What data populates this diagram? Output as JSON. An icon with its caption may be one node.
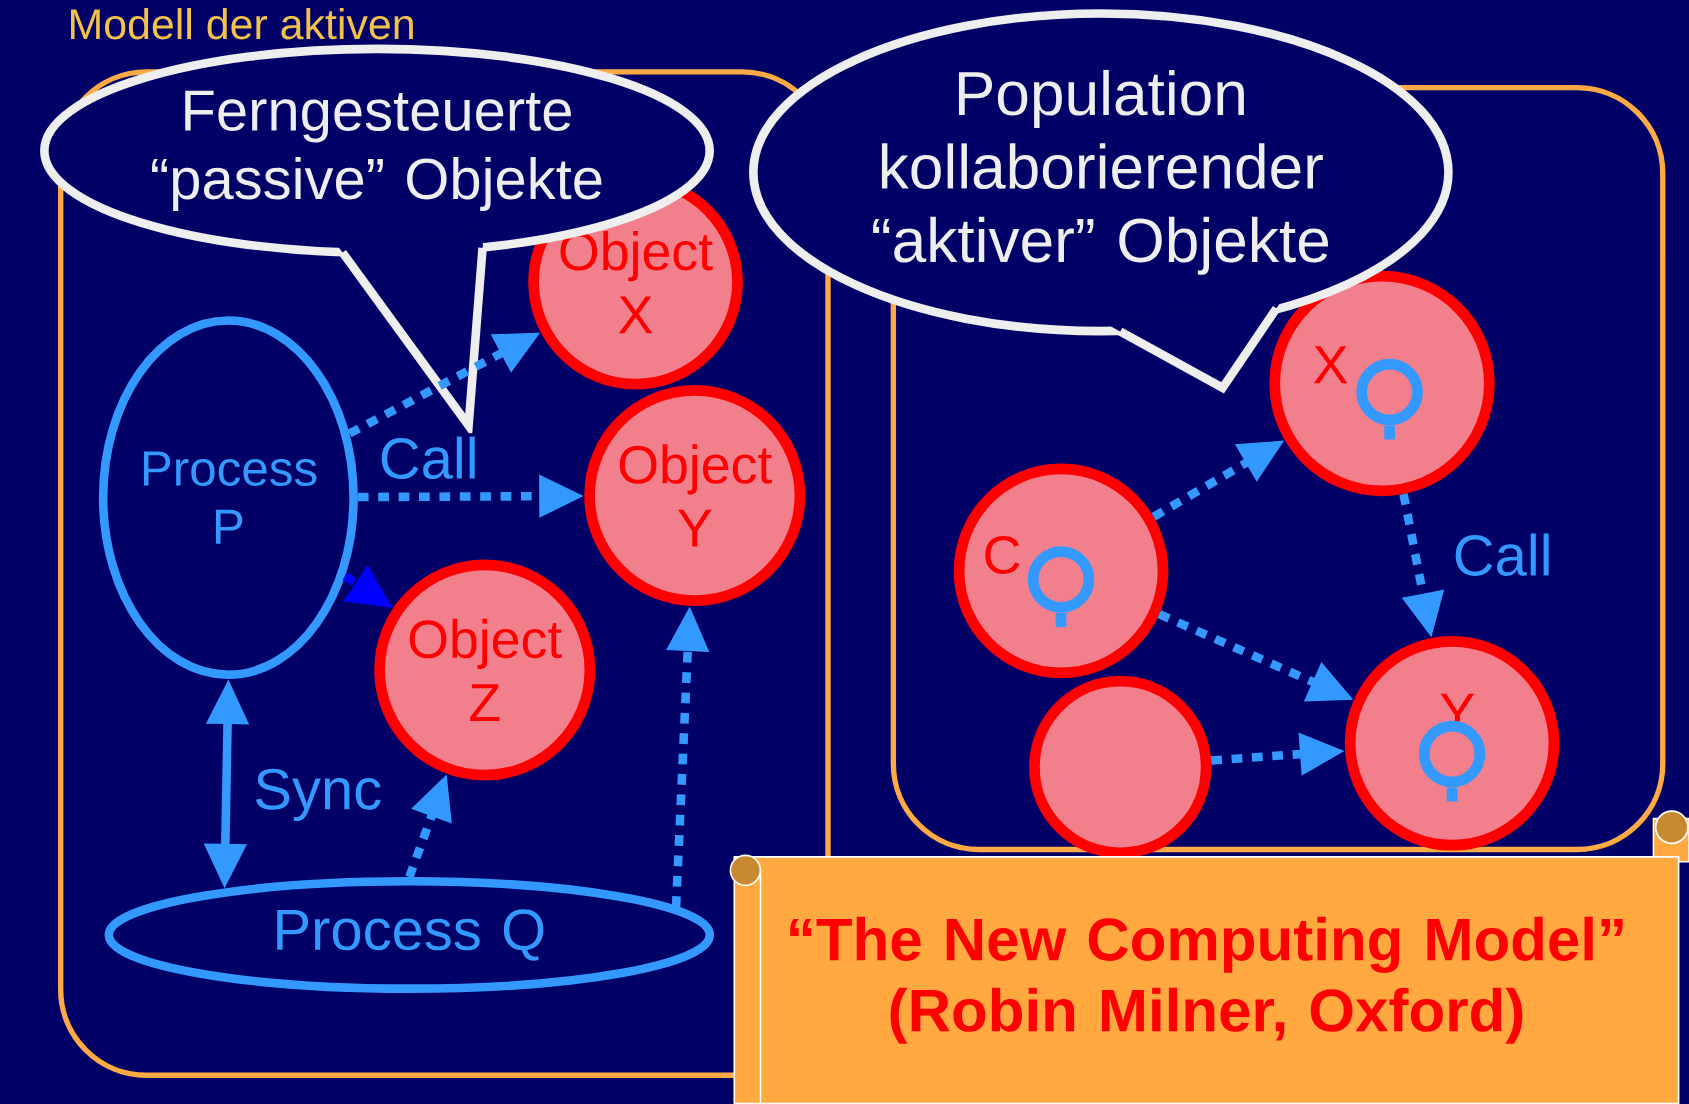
{
  "diagram": {
    "title": "Modell der aktiven",
    "nodes": [
      {
        "text": [],
        "shape": "box"
      },
      {
        "text": [
          "Ferngesteuerte “passive” Objekte"
        ]
      },
      {
        "text": [
          "Object X"
        ],
        "in": 0
      },
      {
        "text": [
          "Process P"
        ],
        "in": 0
      },
      {
        "text": [
          "Object Y"
        ],
        "in": 0
      },
      {
        "text": [
          "Object Z"
        ],
        "in": 0
      },
      {
        "text": [
          "Process Q"
        ],
        "in": 0
      },
      {
        "text": [],
        "shape": "box"
      },
      {
        "text": [
          "Population kollaborierender “aktiver” Objekte"
        ]
      },
      {
        "text": [
          "X"
        ],
        "in": 7
      },
      {
        "text": [
          "C"
        ],
        "in": 7
      },
      {
        "text": [
          "Y"
        ],
        "in": 7
      },
      {
        "text": [],
        "shape": "circle",
        "in": 7
      },
      {
        "text": [
          "“The  New Computing Model”",
          "(Robin Milner, Oxford)"
        ]
      }
    ],
    "edges": [
      {
        "from": 3,
        "to": 2,
        "arrow": "to",
        "style": "dashed"
      },
      {
        "from": 3,
        "to": 4,
        "arrow": "to",
        "style": "dashed",
        "label": "Call"
      },
      {
        "from": 3,
        "to": 5,
        "arrow": "to",
        "style": "dashed",
        "color": "#0000ff"
      },
      {
        "from": 3,
        "to": 6,
        "arrow": "both",
        "label": "Sync"
      },
      {
        "from": 6,
        "to": 5,
        "arrow": "to",
        "style": "dashed"
      },
      {
        "from": 6,
        "to": 4,
        "arrow": "to",
        "style": "dashed"
      },
      {
        "from": 10,
        "to": 9,
        "arrow": "to",
        "style": "dashed"
      },
      {
        "from": 10,
        "to": 11,
        "arrow": "to",
        "style": "dashed"
      },
      {
        "from": 9,
        "to": 11,
        "arrow": "to",
        "style": "dashed",
        "label": "Call"
      },
      {
        "from": 12,
        "to": 11,
        "arrow": "to",
        "style": "dashed"
      }
    ]
  }
}
